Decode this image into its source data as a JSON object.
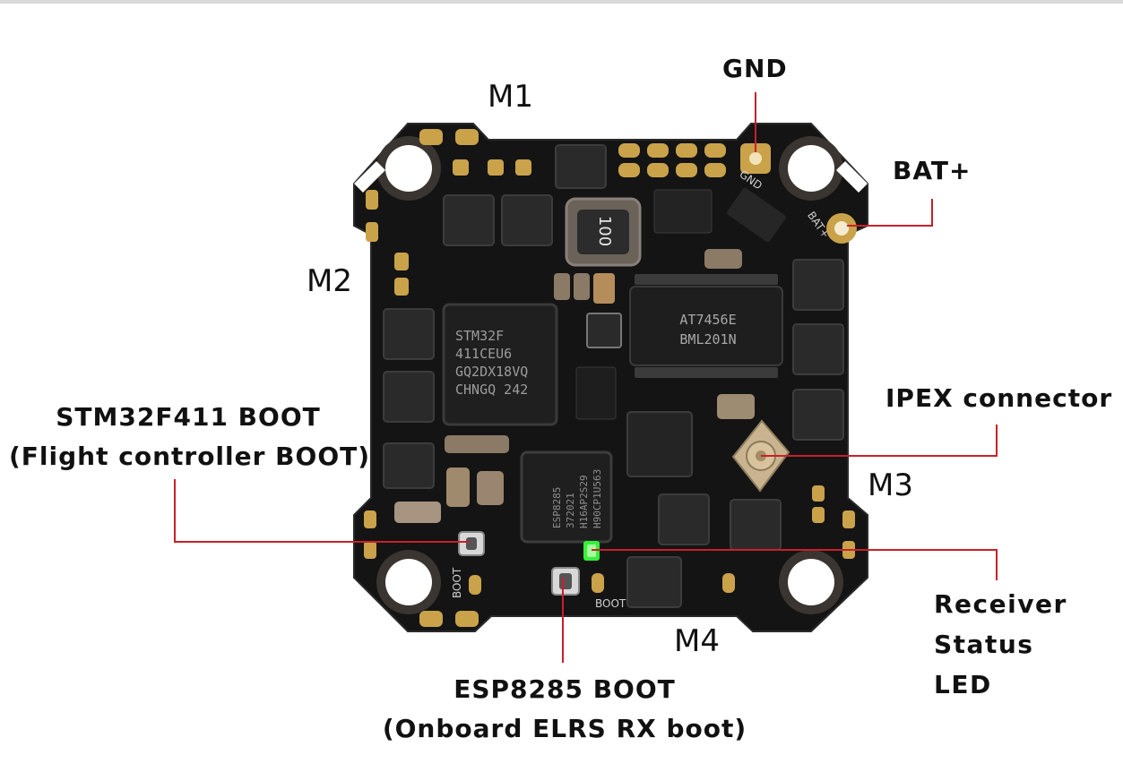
{
  "colors": {
    "board": "#141414",
    "pad_gold": "#c9a24a",
    "leader_red": "#c8202a",
    "led_green": "#36f03a"
  },
  "labels": {
    "m1": "M1",
    "m2": "M2",
    "m3": "M3",
    "m4": "M4",
    "gnd": "GND",
    "bat": "BAT+",
    "ipex": "IPEX connector",
    "stm_boot_line1": "STM32F411 BOOT",
    "stm_boot_line2": "(Flight controller BOOT)",
    "esp_boot_line1": "ESP8285 BOOT",
    "esp_boot_line2": "(Onboard ELRS RX boot)",
    "rx_led_line1": "Receiver",
    "rx_led_line2": "Status",
    "rx_led_line3": "LED"
  },
  "silkscreen": {
    "mcu": [
      "STM32F",
      "411CEU6",
      "GQ2DX18VQ",
      "CHNGQ 242"
    ],
    "osd": [
      "AT7456E",
      "BML201N"
    ],
    "esp": [
      "ESP8285",
      "372021",
      "H16AP2S29",
      "H90CP1U563"
    ],
    "inductor": "100",
    "gnd_pad": "GND",
    "bat_pad": "BAT+",
    "boot_left": "BOOT",
    "boot_bottom": "BOOT"
  }
}
